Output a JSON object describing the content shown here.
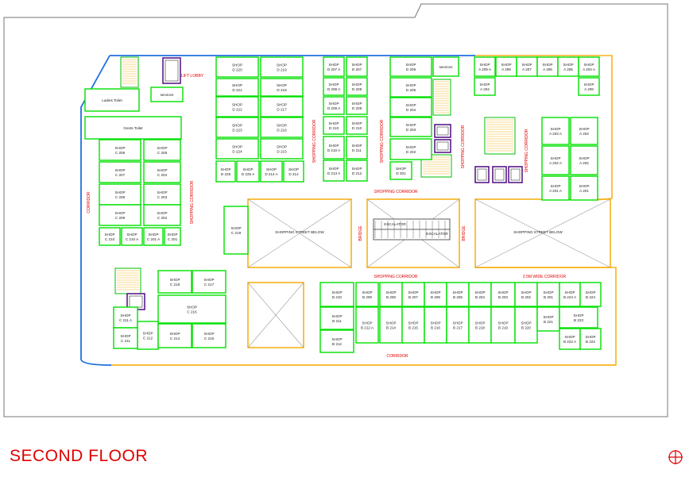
{
  "title": "SECOND FLOOR",
  "shops": [
    {
      "t": "SHOP",
      "n": "C 206"
    },
    {
      "t": "SHOP",
      "n": "C 205"
    },
    {
      "t": "SHOP",
      "n": "C 207"
    },
    {
      "t": "SHOP",
      "n": "C 204"
    },
    {
      "t": "SHOP",
      "n": "C 208"
    },
    {
      "t": "SHOP",
      "n": "C 203"
    },
    {
      "t": "SHOP",
      "n": "C 209"
    },
    {
      "t": "SHOP",
      "n": "C 202"
    },
    {
      "t": "SHOP",
      "n": "C 210"
    },
    {
      "t": "SHOP",
      "n": "C 210 A"
    },
    {
      "t": "SHOP",
      "n": "C 201 A"
    },
    {
      "t": "SHOP",
      "n": "C 201"
    },
    {
      "t": "SHOP",
      "n": "D 220"
    },
    {
      "t": "SHOP",
      "n": "D 219"
    },
    {
      "t": "SHOP",
      "n": "D 221"
    },
    {
      "t": "SHOP",
      "n": "D 218"
    },
    {
      "t": "SHOP",
      "n": "D 222"
    },
    {
      "t": "SHOP",
      "n": "D 217"
    },
    {
      "t": "SHOP",
      "n": "D 223"
    },
    {
      "t": "SHOP",
      "n": "D 216"
    },
    {
      "t": "SHOP",
      "n": "D 224"
    },
    {
      "t": "SHOP",
      "n": "D 215"
    },
    {
      "t": "SHOP",
      "n": "D 225"
    },
    {
      "t": "SHOP",
      "n": "D 225 A"
    },
    {
      "t": "SHOP",
      "n": "D 214 A"
    },
    {
      "t": "SHOP",
      "n": "D 214"
    },
    {
      "t": "SHOP",
      "n": "D 207 A"
    },
    {
      "t": "SHOP",
      "n": "D 207"
    },
    {
      "t": "SHOP",
      "n": "D 208 A"
    },
    {
      "t": "SHOP",
      "n": "D 208"
    },
    {
      "t": "SHOP",
      "n": "D 209 A"
    },
    {
      "t": "SHOP",
      "n": "D 209"
    },
    {
      "t": "SHOP",
      "n": "D 210"
    },
    {
      "t": "SHOP",
      "n": "D 210"
    },
    {
      "t": "SHOP",
      "n": "D 210 A"
    },
    {
      "t": "SHOP",
      "n": "D 211"
    },
    {
      "t": "SHOP",
      "n": "D 213 A"
    },
    {
      "t": "SHOP",
      "n": "D 212"
    },
    {
      "t": "SHOP",
      "n": "D 206"
    },
    {
      "t": "SHOP",
      "n": "D 205"
    },
    {
      "t": "SHOP",
      "n": "D 204"
    },
    {
      "t": "SHOP",
      "n": "D 203"
    },
    {
      "t": "SHOP",
      "n": "D 202"
    },
    {
      "t": "SHOP",
      "n": "D 201"
    },
    {
      "t": "SHOP",
      "n": "A 209 A"
    },
    {
      "t": "SHOP",
      "n": "A 208"
    },
    {
      "t": "SHOP",
      "n": "A 207"
    },
    {
      "t": "SHOP",
      "n": "A 206"
    },
    {
      "t": "SHOP",
      "n": "A 205"
    },
    {
      "t": "SHOP",
      "n": "A 204 A"
    },
    {
      "t": "SHOP",
      "n": "A 209"
    },
    {
      "t": "SHOP",
      "n": "A 204"
    },
    {
      "t": "SHOP",
      "n": "A 203 A"
    },
    {
      "t": "SHOP",
      "n": "A 203"
    },
    {
      "t": "SHOP",
      "n": "A 202 A"
    },
    {
      "t": "SHOP",
      "n": "A 202"
    },
    {
      "t": "SHOP",
      "n": "A 201 A"
    },
    {
      "t": "SHOP",
      "n": "A 201"
    },
    {
      "t": "SHOP",
      "n": "C 219"
    },
    {
      "t": "SHOP",
      "n": "C 218"
    },
    {
      "t": "SHOP",
      "n": "C 217"
    },
    {
      "t": "SHOP",
      "n": "C 216"
    },
    {
      "t": "SHOP",
      "n": "C 211 A"
    },
    {
      "t": "SHOP",
      "n": "C 212"
    },
    {
      "t": "SHOP",
      "n": "C 214"
    },
    {
      "t": "SHOP",
      "n": "C 215"
    },
    {
      "t": "SHOP",
      "n": "C 211"
    },
    {
      "t": "SHOP",
      "n": "B 210"
    },
    {
      "t": "SHOP",
      "n": "B 209"
    },
    {
      "t": "SHOP",
      "n": "B 208"
    },
    {
      "t": "SHOP",
      "n": "B 207"
    },
    {
      "t": "SHOP",
      "n": "B 206"
    },
    {
      "t": "SHOP",
      "n": "B 205"
    },
    {
      "t": "SHOP",
      "n": "B 204"
    },
    {
      "t": "SHOP",
      "n": "B 203"
    },
    {
      "t": "SHOP",
      "n": "B 202"
    },
    {
      "t": "SHOP",
      "n": "B 201"
    },
    {
      "t": "SHOP",
      "n": "B 224 A"
    },
    {
      "t": "SHOP",
      "n": "B 224"
    },
    {
      "t": "SHOP",
      "n": "B 211"
    },
    {
      "t": "SHOP",
      "n": "B 212 A"
    },
    {
      "t": "SHOP",
      "n": "B 214"
    },
    {
      "t": "SHOP",
      "n": "B 215"
    },
    {
      "t": "SHOP",
      "n": "B 216"
    },
    {
      "t": "SHOP",
      "n": "B 217"
    },
    {
      "t": "SHOP",
      "n": "B 218"
    },
    {
      "t": "SHOP",
      "n": "B 219"
    },
    {
      "t": "SHOP",
      "n": "B 220"
    },
    {
      "t": "SHOP",
      "n": "B 221"
    },
    {
      "t": "SHOP",
      "n": "B 223"
    },
    {
      "t": "SHOP",
      "n": "B 212"
    },
    {
      "t": "SHOP",
      "n": "B 222 A"
    },
    {
      "t": "SHOP",
      "n": "B 222"
    }
  ],
  "rooms": {
    "lift_lobby": "LIFT LOBBY",
    "services_1": "services",
    "services_2": "services",
    "ladies_toilet": "Ladies Toilet",
    "gents_toilet": "Gents Toilet"
  },
  "areas": {
    "street_1": "SHOPPING STREET BELOW",
    "street_2": "SHOPPING STREET BELOW",
    "bridge_1": "BRIDGE",
    "bridge_2": "BRIDGE",
    "escalator_1": "ESCALATOR",
    "escalator_2": "ESCALATOR"
  },
  "corridors": {
    "top": "SHOPPING CORRIDOR",
    "mid": "SHOPPING CORRIDOR",
    "wide": "2.5M WIDE CORRIDOR",
    "bottom": "CORRIDOR",
    "left": "CORRIDOR",
    "v1": "SHOPPING CORRIDOR",
    "v2": "SHOPPING CORRIDOR",
    "v3": "SHOPPING CORRIDOR",
    "v4": "SHOPPING CORRIDOR"
  }
}
